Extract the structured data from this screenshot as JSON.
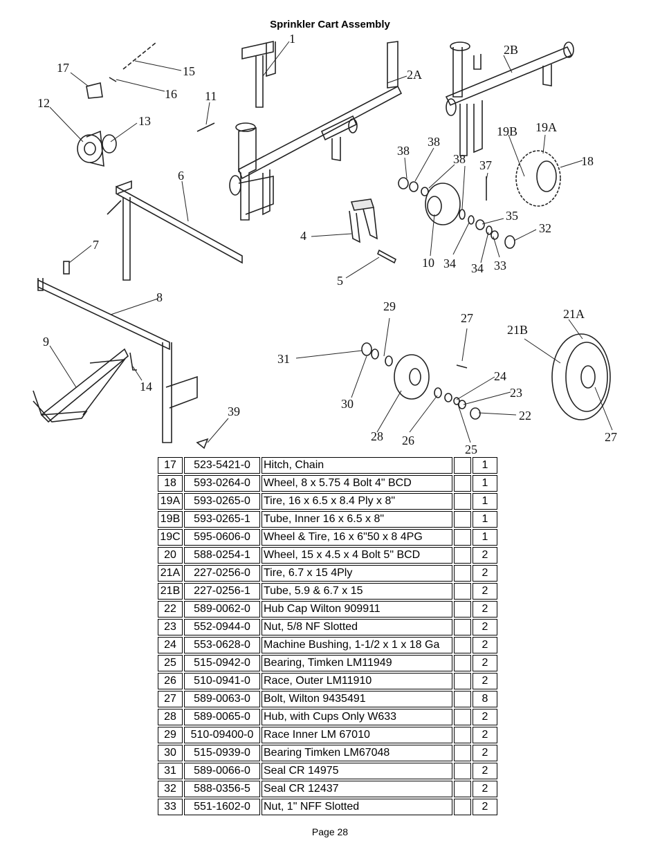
{
  "page": {
    "title": "Sprinkler Cart Assembly",
    "footer": "Page 28"
  },
  "callouts": {
    "c1": "1",
    "c2A": "2A",
    "c2B": "2B",
    "c4": "4",
    "c5": "5",
    "c6": "6",
    "c7": "7",
    "c8": "8",
    "c9": "9",
    "c10": "10",
    "c11": "11",
    "c12": "12",
    "c13": "13",
    "c14": "14",
    "c15": "15",
    "c16": "16",
    "c17": "17",
    "c18": "18",
    "c19A": "19A",
    "c19B": "19B",
    "c21A": "21A",
    "c21B": "21B",
    "c22": "22",
    "c23": "23",
    "c24": "24",
    "c25": "25",
    "c26": "26",
    "c27a": "27",
    "c27b": "27",
    "c28": "28",
    "c29": "29",
    "c30": "30",
    "c31": "31",
    "c32": "32",
    "c33": "33",
    "c34a": "34",
    "c34b": "34",
    "c35": "35",
    "c37": "37",
    "c38a": "38",
    "c38b": "38",
    "c38c": "38",
    "c39": "39"
  },
  "parts_table": {
    "rows": [
      {
        "item": "17",
        "part": "523-5421-0",
        "desc": "Hitch, Chain",
        "blank": "",
        "qty": "1"
      },
      {
        "item": "18",
        "part": "593-0264-0",
        "desc": "Wheel, 8 x 5.75  4 Bolt 4\" BCD",
        "blank": "",
        "qty": "1"
      },
      {
        "item": "19A",
        "part": "593-0265-0",
        "desc": "Tire, 16 x 6.5 x 8.4 Ply x 8\"",
        "blank": "",
        "qty": "1"
      },
      {
        "item": "19B",
        "part": "593-0265-1",
        "desc": "Tube, Inner 16 x 6.5 x 8\"",
        "blank": "",
        "qty": "1"
      },
      {
        "item": "19C",
        "part": "595-0606-0",
        "desc": "Wheel & Tire, 16 x 6\"50 x 8 4PG",
        "blank": "",
        "qty": "1"
      },
      {
        "item": "20",
        "part": "588-0254-1",
        "desc": "Wheel, 15 x 4.5 x 4 Bolt 5\" BCD",
        "blank": "",
        "qty": "2"
      },
      {
        "item": "21A",
        "part": "227-0256-0",
        "desc": "Tire, 6.7 x 15 4Ply",
        "blank": "",
        "qty": "2"
      },
      {
        "item": "21B",
        "part": "227-0256-1",
        "desc": "Tube, 5.9 & 6.7 x 15",
        "blank": "",
        "qty": "2"
      },
      {
        "item": "22",
        "part": "589-0062-0",
        "desc": "Hub Cap Wilton 909911",
        "blank": "",
        "qty": "2"
      },
      {
        "item": "23",
        "part": "552-0944-0",
        "desc": "Nut, 5/8 NF Slotted",
        "blank": "",
        "qty": "2"
      },
      {
        "item": "24",
        "part": "553-0628-0",
        "desc": "Machine Bushing, 1-1/2 x 1 x 18 Ga",
        "blank": "",
        "qty": "2"
      },
      {
        "item": "25",
        "part": "515-0942-0",
        "desc": "Bearing, Timken LM11949",
        "blank": "",
        "qty": "2"
      },
      {
        "item": "26",
        "part": "510-0941-0",
        "desc": "Race, Outer LM11910",
        "blank": "",
        "qty": "2"
      },
      {
        "item": "27",
        "part": "589-0063-0",
        "desc": "Bolt, Wilton 9435491",
        "blank": "",
        "qty": "8"
      },
      {
        "item": "28",
        "part": "589-0065-0",
        "desc": "Hub, with Cups Only W633",
        "blank": "",
        "qty": "2"
      },
      {
        "item": "29",
        "part": "510-09400-0",
        "desc": "Race Inner LM 67010",
        "blank": "",
        "qty": "2"
      },
      {
        "item": "30",
        "part": "515-0939-0",
        "desc": "Bearing Timken LM67048",
        "blank": "",
        "qty": "2"
      },
      {
        "item": "31",
        "part": "589-0066-0",
        "desc": "Seal CR 14975",
        "blank": "",
        "qty": "2"
      },
      {
        "item": "32",
        "part": "588-0356-5",
        "desc": "Seal CR 12437",
        "blank": "",
        "qty": "2"
      },
      {
        "item": "33",
        "part": "551-1602-0",
        "desc": "Nut, 1\" NFF Slotted",
        "blank": "",
        "qty": "2"
      }
    ]
  }
}
